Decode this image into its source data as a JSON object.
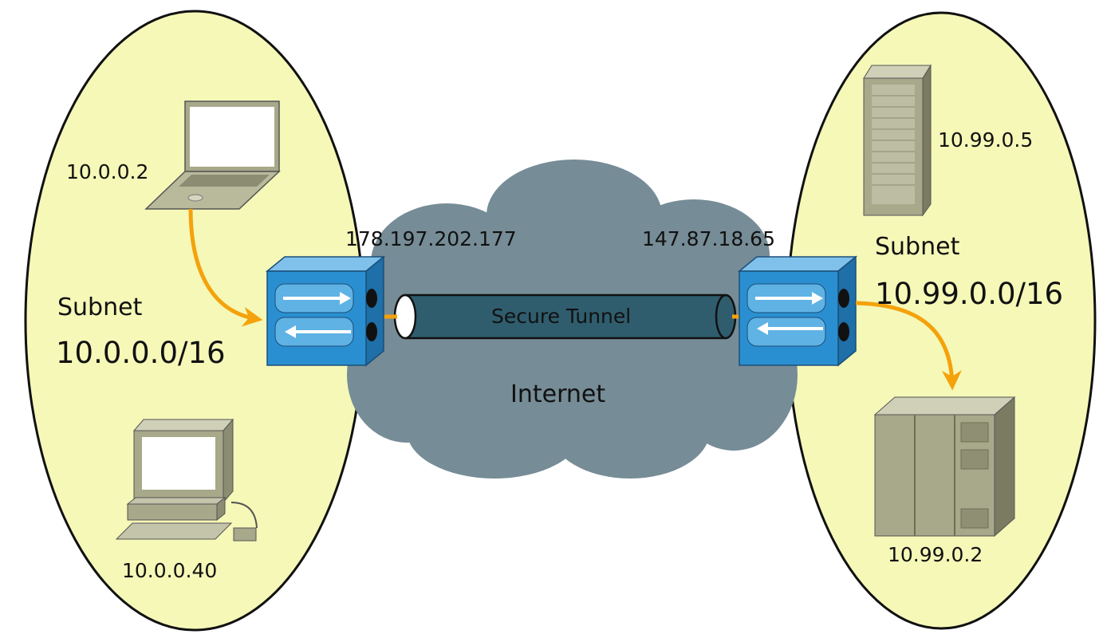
{
  "left_subnet": {
    "title": "Subnet",
    "cidr": "10.0.0.0/16",
    "laptop_ip": "10.0.0.2",
    "desktop_ip": "10.0.0.40"
  },
  "right_subnet": {
    "title": "Subnet",
    "cidr": "10.99.0.0/16",
    "server_ip": "10.99.0.5",
    "plc_ip": "10.99.0.2"
  },
  "internet": {
    "label": "Internet",
    "tunnel_label": "Secure Tunnel",
    "left_gateway_ip": "178.197.202.177",
    "right_gateway_ip": "147.87.18.65"
  },
  "colors": {
    "subnet_fill": "#f5f8b7",
    "cloud_fill": "#768c96",
    "tunnel_fill": "#2f5d6e",
    "arrow": "#f4a20c",
    "device_blue": "#2a8fd0",
    "device_beige": "#a8a88a"
  }
}
